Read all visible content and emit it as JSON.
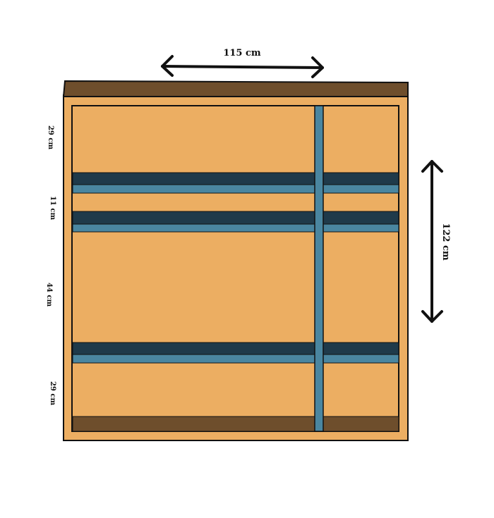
{
  "dimensions": {
    "width_label": "115 cm",
    "height_label": "122 cm",
    "section_labels": [
      "29 cm",
      "11 cm",
      "44 cm",
      "29 cm"
    ]
  },
  "colors": {
    "cabinet_body": "#ECAE62",
    "top_and_base": "#6E4E2C",
    "shelf_dark": "#1F3A4A",
    "shelf_light": "#4A86A0",
    "outline": "#111111"
  }
}
